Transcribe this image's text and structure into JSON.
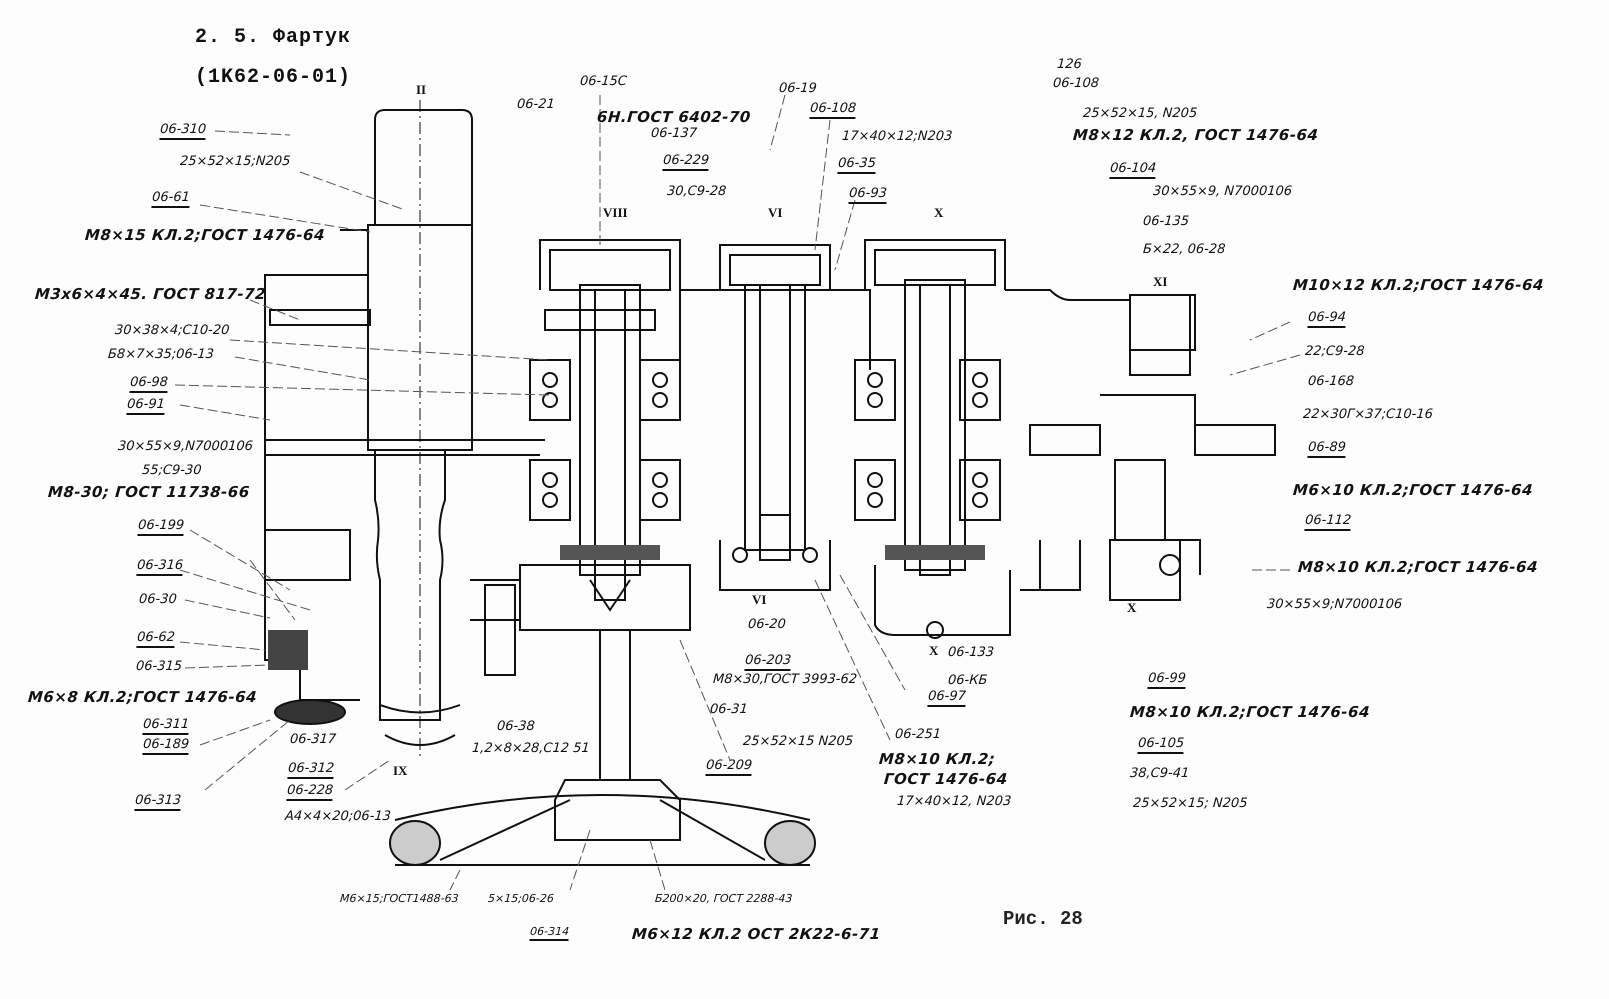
{
  "header": {
    "section": "2. 5.  Фартук",
    "model": "(1K62-06-01)"
  },
  "figure_caption": "Рис. 28",
  "shaft_numerals": [
    "II",
    "VIII",
    "VI",
    "X",
    "XI",
    "VI",
    "X",
    "IX",
    "X"
  ],
  "labels": [
    {
      "text": "06-310",
      "underline": true
    },
    {
      "text": "25×52×15;N205"
    },
    {
      "text": "06-61",
      "underline": true
    },
    {
      "text": "M8×15  КЛ.2;ГОСТ 1476-64",
      "bold": true
    },
    {
      "text": "M3x6×4×45. ГОСТ 817-72",
      "bold": true
    },
    {
      "text": "30×38×4;С10-20"
    },
    {
      "text": "Б8×7×35;06-13"
    },
    {
      "text": "06-98",
      "underline": true
    },
    {
      "text": "06-91",
      "underline": true
    },
    {
      "text": "30×55×9,N7000106"
    },
    {
      "text": "55;С9-30"
    },
    {
      "text": "M8-30; ГОСТ 11738-66",
      "bold": true
    },
    {
      "text": "06-199",
      "underline": true
    },
    {
      "text": "06-316",
      "underline": true
    },
    {
      "text": "06-30"
    },
    {
      "text": "06-62",
      "underline": true
    },
    {
      "text": "06-315"
    },
    {
      "text": "M6×8  КЛ.2;ГОСТ 1476-64",
      "bold": true
    },
    {
      "text": "06-311",
      "underline": true
    },
    {
      "text": "06-189",
      "underline": true
    },
    {
      "text": "06-313",
      "underline": true
    },
    {
      "text": "06-317"
    },
    {
      "text": "06-312",
      "underline": true
    },
    {
      "text": "06-228",
      "underline": true
    },
    {
      "text": "A4×4×20;06-13"
    },
    {
      "text": "06-38"
    },
    {
      "text": "1,2×8×28,С12 51"
    },
    {
      "text": "06-21"
    },
    {
      "text": "06-15C"
    },
    {
      "text": "6Н.ГОСТ 6402-70",
      "bold": true
    },
    {
      "text": "06-137"
    },
    {
      "text": "06-229",
      "underline": true
    },
    {
      "text": "30,С9-28"
    },
    {
      "text": "06-19"
    },
    {
      "text": "06-108",
      "underline": true
    },
    {
      "text": "17×40×12;N203"
    },
    {
      "text": "06-35",
      "underline": true
    },
    {
      "text": "06-93",
      "underline": true
    },
    {
      "text": "126"
    },
    {
      "text": "06-108"
    },
    {
      "text": "25×52×15, N205"
    },
    {
      "text": "M8×12  КЛ.2, ГОСТ 1476-64",
      "bold": true
    },
    {
      "text": "06-104",
      "underline": true
    },
    {
      "text": "30×55×9, N7000106"
    },
    {
      "text": "06-135"
    },
    {
      "text": "Б×22, 06-28"
    },
    {
      "text": "M10×12  КЛ.2;ГОСТ 1476-64",
      "bold": true
    },
    {
      "text": "06-94",
      "underline": true
    },
    {
      "text": "22;С9-28"
    },
    {
      "text": "06-168"
    },
    {
      "text": "22×30Г×37;С10-16"
    },
    {
      "text": "06-89",
      "underline": true
    },
    {
      "text": "M6×10  КЛ.2;ГОСТ 1476-64",
      "bold": true
    },
    {
      "text": "06-112",
      "underline": true
    },
    {
      "text": "M8×10  КЛ.2;ГОСТ 1476-64",
      "bold": true
    },
    {
      "text": "30×55×9;N7000106"
    },
    {
      "text": "06-20"
    },
    {
      "text": "06-203",
      "underline": true
    },
    {
      "text": "M8×30,ГОСТ 3993-62"
    },
    {
      "text": "06-31"
    },
    {
      "text": "25×52×15 N205"
    },
    {
      "text": "06-209",
      "underline": true
    },
    {
      "text": "06-251"
    },
    {
      "text": "M8×10  КЛ.2;",
      "bold": true
    },
    {
      "text": "ГОСТ 1476-64",
      "bold": true
    },
    {
      "text": "17×40×12, N203"
    },
    {
      "text": "06-133"
    },
    {
      "text": "06-КБ"
    },
    {
      "text": "06-97",
      "underline": true
    },
    {
      "text": "06-99",
      "underline": true
    },
    {
      "text": "M8×10  КЛ.2;ГОСТ 1476-64",
      "bold": true
    },
    {
      "text": "06-105",
      "underline": true
    },
    {
      "text": "38,С9-41"
    },
    {
      "text": "25×52×15; N205"
    },
    {
      "text": "M6×15;ГОСТ1488-63"
    },
    {
      "text": "5×15;06-26"
    },
    {
      "text": "Б200×20, ГОСТ 2288-43"
    },
    {
      "text": "06-314",
      "underline": true
    },
    {
      "text": "M6×12  КЛ.2   ОСТ 2К22-6-71",
      "bold": true
    }
  ]
}
